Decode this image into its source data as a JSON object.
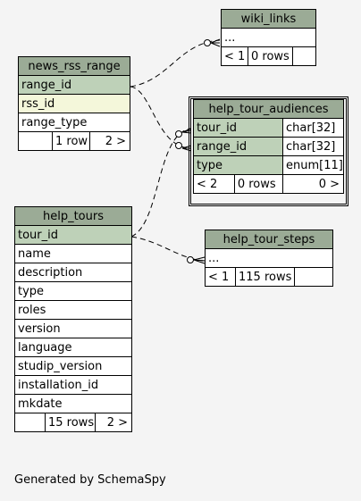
{
  "tables": {
    "wiki_links": {
      "name": "wiki_links",
      "rows": [
        "..."
      ],
      "footer": [
        "< 1",
        "0 rows",
        ""
      ]
    },
    "news_rss_range": {
      "name": "news_rss_range",
      "rows": [
        "range_id",
        "rss_id",
        "range_type"
      ],
      "footer": [
        "",
        "1 row",
        "2 >"
      ]
    },
    "help_tour_audiences": {
      "name": "help_tour_audiences",
      "rows": [
        {
          "col": "tour_id",
          "type": "char[32]"
        },
        {
          "col": "range_id",
          "type": "char[32]"
        },
        {
          "col": "type",
          "type": "enum[11]"
        }
      ],
      "footer": [
        "< 2",
        "0 rows",
        "0 >"
      ]
    },
    "help_tours": {
      "name": "help_tours",
      "rows": [
        "tour_id",
        "name",
        "description",
        "type",
        "roles",
        "version",
        "language",
        "studip_version",
        "installation_id",
        "mkdate"
      ],
      "footer": [
        "",
        "15 rows",
        "2 >"
      ]
    },
    "help_tour_steps": {
      "name": "help_tour_steps",
      "rows": [
        "..."
      ],
      "footer": [
        "< 1",
        "115 rows",
        ""
      ]
    }
  },
  "footer_text": "Generated by SchemaSpy"
}
